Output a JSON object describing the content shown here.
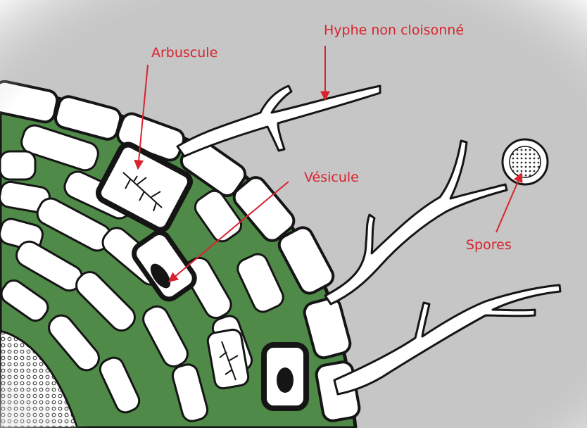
{
  "diagram": {
    "labels": {
      "hyphae": "Hyphe non cloisonné",
      "arbuscule": "Arbuscule",
      "vesicle": "Vésicule",
      "spores": "Spores"
    },
    "colors": {
      "background": "#c6c6c6",
      "cortex_green": "#4f8a48",
      "outline": "#151515",
      "cell_fill": "#ffffff",
      "label_red": "#d8232e"
    }
  }
}
